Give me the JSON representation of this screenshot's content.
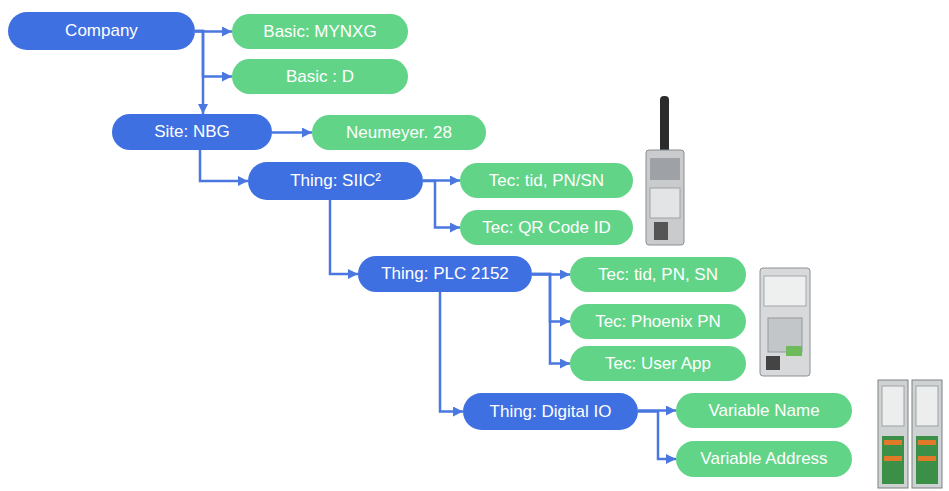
{
  "diagram": {
    "nodes": [
      {
        "text": [
          "Company"
        ]
      },
      {
        "text": [
          "Basic: MYNXG"
        ]
      },
      {
        "text": [
          "Basic : D"
        ]
      },
      {
        "text": [
          "Site: NBG"
        ]
      },
      {
        "text": [
          "Neumeyer. 28"
        ]
      },
      {
        "text": [
          "Thing: SIIC²"
        ]
      },
      {
        "text": [
          "Tec: tid, PN/SN"
        ]
      },
      {
        "text": [
          "Tec: QR Code ID"
        ]
      },
      {
        "text": [
          "Thing: PLC 2152"
        ]
      },
      {
        "text": [
          "Tec: tid, PN, SN"
        ]
      },
      {
        "text": [
          "Tec: Phoenix PN"
        ]
      },
      {
        "text": [
          "Tec: User App"
        ]
      },
      {
        "text": [
          "Thing: Digital IO"
        ]
      },
      {
        "text": [
          "Variable Name"
        ]
      },
      {
        "text": [
          "Variable Address"
        ]
      }
    ],
    "edges": [
      {
        "from": 0,
        "to": 1,
        "arrow": "to"
      },
      {
        "from": 0,
        "to": 2,
        "arrow": "to"
      },
      {
        "from": 0,
        "to": 3,
        "arrow": "to"
      },
      {
        "from": 3,
        "to": 4,
        "arrow": "to"
      },
      {
        "from": 3,
        "to": 5,
        "arrow": "to"
      },
      {
        "from": 5,
        "to": 6,
        "arrow": "to"
      },
      {
        "from": 5,
        "to": 7,
        "arrow": "to"
      },
      {
        "from": 5,
        "to": 8,
        "arrow": "to"
      },
      {
        "from": 8,
        "to": 9,
        "arrow": "to"
      },
      {
        "from": 8,
        "to": 10,
        "arrow": "to"
      },
      {
        "from": 8,
        "to": 11,
        "arrow": "to"
      },
      {
        "from": 8,
        "to": 12,
        "arrow": "to"
      },
      {
        "from": 12,
        "to": 13,
        "arrow": "to"
      },
      {
        "from": 12,
        "to": 14,
        "arrow": "to"
      }
    ]
  }
}
